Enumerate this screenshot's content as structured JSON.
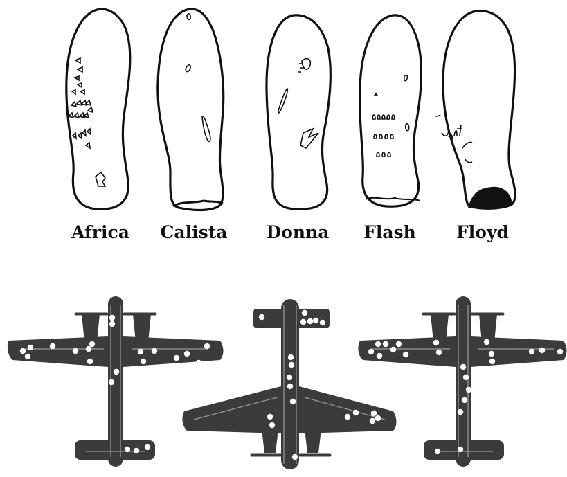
{
  "figure": {
    "specimens": [
      {
        "label": "Africa"
      },
      {
        "label": "Calista"
      },
      {
        "label": "Donna"
      },
      {
        "label": "Flash"
      },
      {
        "label": "Floyd"
      }
    ],
    "aircraft_count": 3,
    "colors": {
      "ink": "#111111",
      "aircraft": "#3b3b3b",
      "bullet_hole": "#ffffff",
      "background": "#ffffff"
    }
  }
}
